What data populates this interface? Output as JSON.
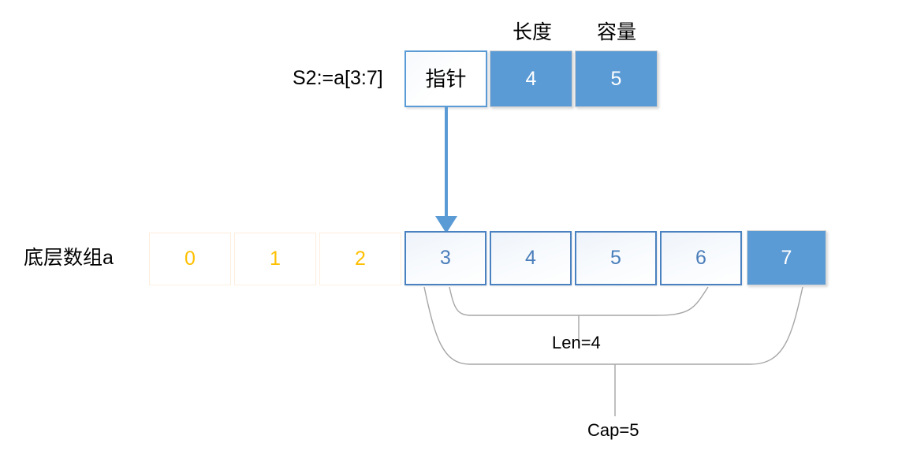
{
  "diagram": {
    "title_labels": {
      "length_header": "长度",
      "capacity_header": "容量",
      "slice_label": "S2:=a[3:7]",
      "array_label": "底层数组a"
    },
    "slice_header": {
      "pointer_label": "指针",
      "length_value": "4",
      "capacity_value": "5"
    },
    "array": {
      "cells": [
        {
          "value": "0",
          "region": "outside"
        },
        {
          "value": "1",
          "region": "outside"
        },
        {
          "value": "2",
          "region": "outside"
        },
        {
          "value": "3",
          "region": "inside"
        },
        {
          "value": "4",
          "region": "inside"
        },
        {
          "value": "5",
          "region": "inside"
        },
        {
          "value": "6",
          "region": "inside"
        },
        {
          "value": "7",
          "region": "spare"
        }
      ]
    },
    "braces": {
      "len_label": "Len=4",
      "cap_label": "Cap=5"
    },
    "colors": {
      "accent_blue": "#5B9BD5",
      "border_blue": "#4A81C0",
      "text_blue": "#4A7EBB",
      "orange": "#FFC000",
      "orange_border": "#FDEEDD",
      "brace_gray": "#A6A6A6"
    }
  }
}
